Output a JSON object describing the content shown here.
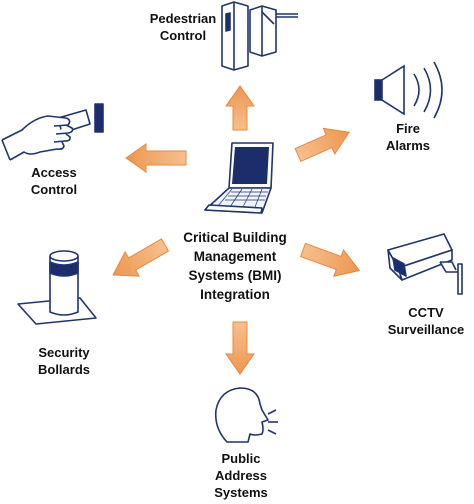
{
  "colors": {
    "arrow": "#f0a060",
    "arrow_edge": "#e8883e",
    "navy": "#1b2d6b",
    "outline": "#1f3470",
    "fill_light": "#f2f4f9"
  },
  "center": {
    "icon": "laptop-icon",
    "lines": [
      "Critical Building",
      "Management",
      "Systems (BMI)",
      "Integration"
    ]
  },
  "nodes": {
    "pedestrian": {
      "icon": "turnstile-icon",
      "lines": [
        "Pedestrian",
        "Control"
      ]
    },
    "fire": {
      "icon": "speaker-icon",
      "lines": [
        "Fire",
        "Alarms"
      ]
    },
    "access": {
      "icon": "hand-card-icon",
      "lines": [
        "Access",
        "Control"
      ]
    },
    "cctv": {
      "icon": "cctv-camera-icon",
      "lines": [
        "CCTV",
        "Surveillance"
      ]
    },
    "bollards": {
      "icon": "bollard-icon",
      "lines": [
        "Security",
        "Bollards"
      ]
    },
    "public": {
      "icon": "speaking-head-icon",
      "lines": [
        "Public",
        "Address",
        "Systems"
      ]
    }
  }
}
